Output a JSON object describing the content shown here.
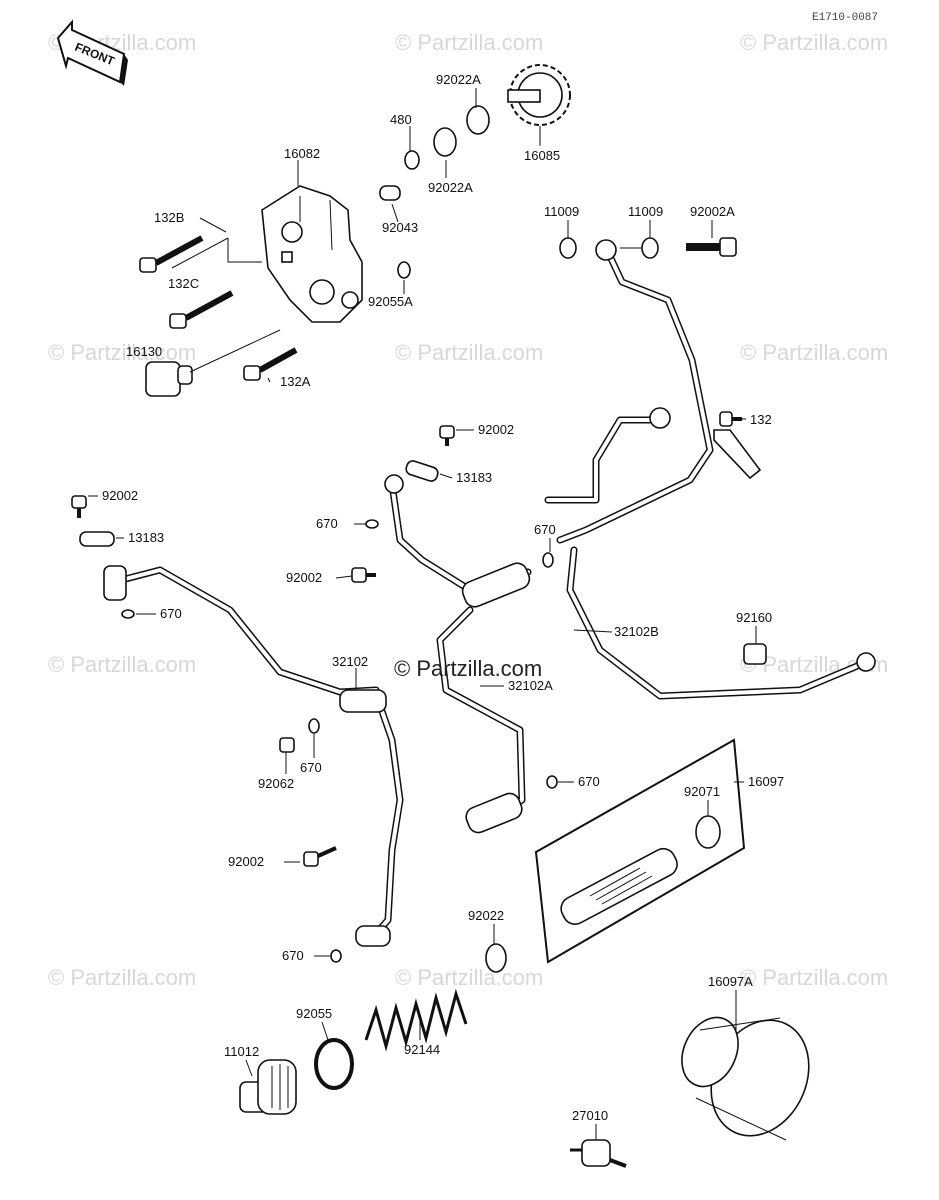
{
  "diagram_code": "E1710-0087",
  "front_label": "FRONT",
  "watermark": "© Partzilla.com",
  "watermark_center": "© Partzilla.com",
  "parts": {
    "p16082": "16082",
    "p480": "480",
    "p92022A_top": "92022A",
    "p92022A_bottom": "92022A",
    "p16085": "16085",
    "p132B": "132B",
    "p92043": "92043",
    "p132C": "132C",
    "p92055A": "92055A",
    "p16130": "16130",
    "p132A": "132A",
    "p11009_a": "11009",
    "p11009_b": "11009",
    "p92002A": "92002A",
    "p132": "132",
    "p92002_top": "92002",
    "p13183_top": "13183",
    "p670_a": "670",
    "p670_b": "670",
    "p92002_mid": "92002",
    "p92002_left": "92002",
    "p13183_left": "13183",
    "p670_left": "670",
    "p32102B": "32102B",
    "p92160": "92160",
    "p32102": "32102",
    "p32102A": "32102A",
    "p670_c": "670",
    "p92062": "92062",
    "p670_d": "670",
    "p16097": "16097",
    "p92071": "92071",
    "p92002_low": "92002",
    "p92022": "92022",
    "p670_e": "670",
    "p16097A": "16097A",
    "p92055": "92055",
    "p92144": "92144",
    "p11012": "11012",
    "p27010": "27010"
  }
}
